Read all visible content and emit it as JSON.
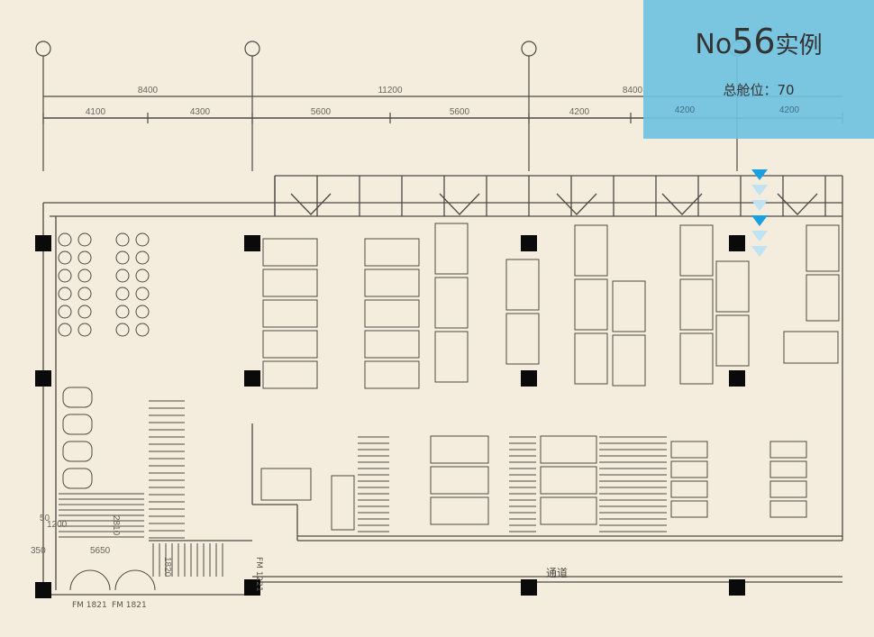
{
  "info_panel": {
    "title_prefix": "No",
    "title_number": "56",
    "title_suffix": "实例",
    "capacity_label": "总舱位：",
    "capacity_value": "70"
  },
  "dimensions": {
    "upper": [
      "8400",
      "11200",
      "8400"
    ],
    "lower": [
      "4100",
      "4300",
      "5600",
      "5600",
      "4200",
      "4200",
      "4200"
    ],
    "left_side": [
      "50",
      "1200",
      "2810",
      "350",
      "5650",
      "1820"
    ]
  },
  "labels": {
    "corridor": "通道",
    "door_1": "FM 1821",
    "door_2": "FM 1821",
    "door_3": "FM 1221"
  },
  "colors": {
    "background": "#f4ecdd",
    "panel": "#70c2e0",
    "line": "#4e4a44",
    "marker_dark": "#1a9fe0",
    "marker_light": "#bfe3f2"
  }
}
